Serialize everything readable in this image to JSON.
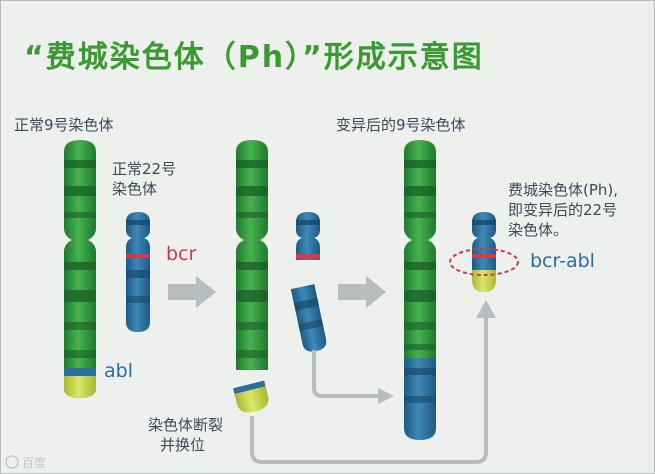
{
  "title": "“费城染色体（Ph）”形成示意图",
  "labels": {
    "normal_chr9": "正常9号染色体",
    "normal_chr22_line1": "正常22号",
    "normal_chr22_line2": "染色体",
    "variant_chr9": "变异后的9号染色体",
    "ph_line1": "费城染色体(Ph),",
    "ph_line2": "即变异后的22号",
    "ph_line3": "染色体。",
    "break_line1": "染色体断裂",
    "break_line2": "并换位"
  },
  "genes": {
    "bcr": "bcr",
    "abl": "abl",
    "fusion": "bcr-abl"
  },
  "colors": {
    "title": "#3a9a32",
    "chr9_green": "#2f9a3e",
    "chr22_blue": "#2d6f9a",
    "bcr_red": "#d13a4a",
    "abl_yellow": "#c8d64a",
    "arrow_gray": "#b9bcbf",
    "gene_label": "#2b6ea3"
  },
  "watermark": "百度"
}
